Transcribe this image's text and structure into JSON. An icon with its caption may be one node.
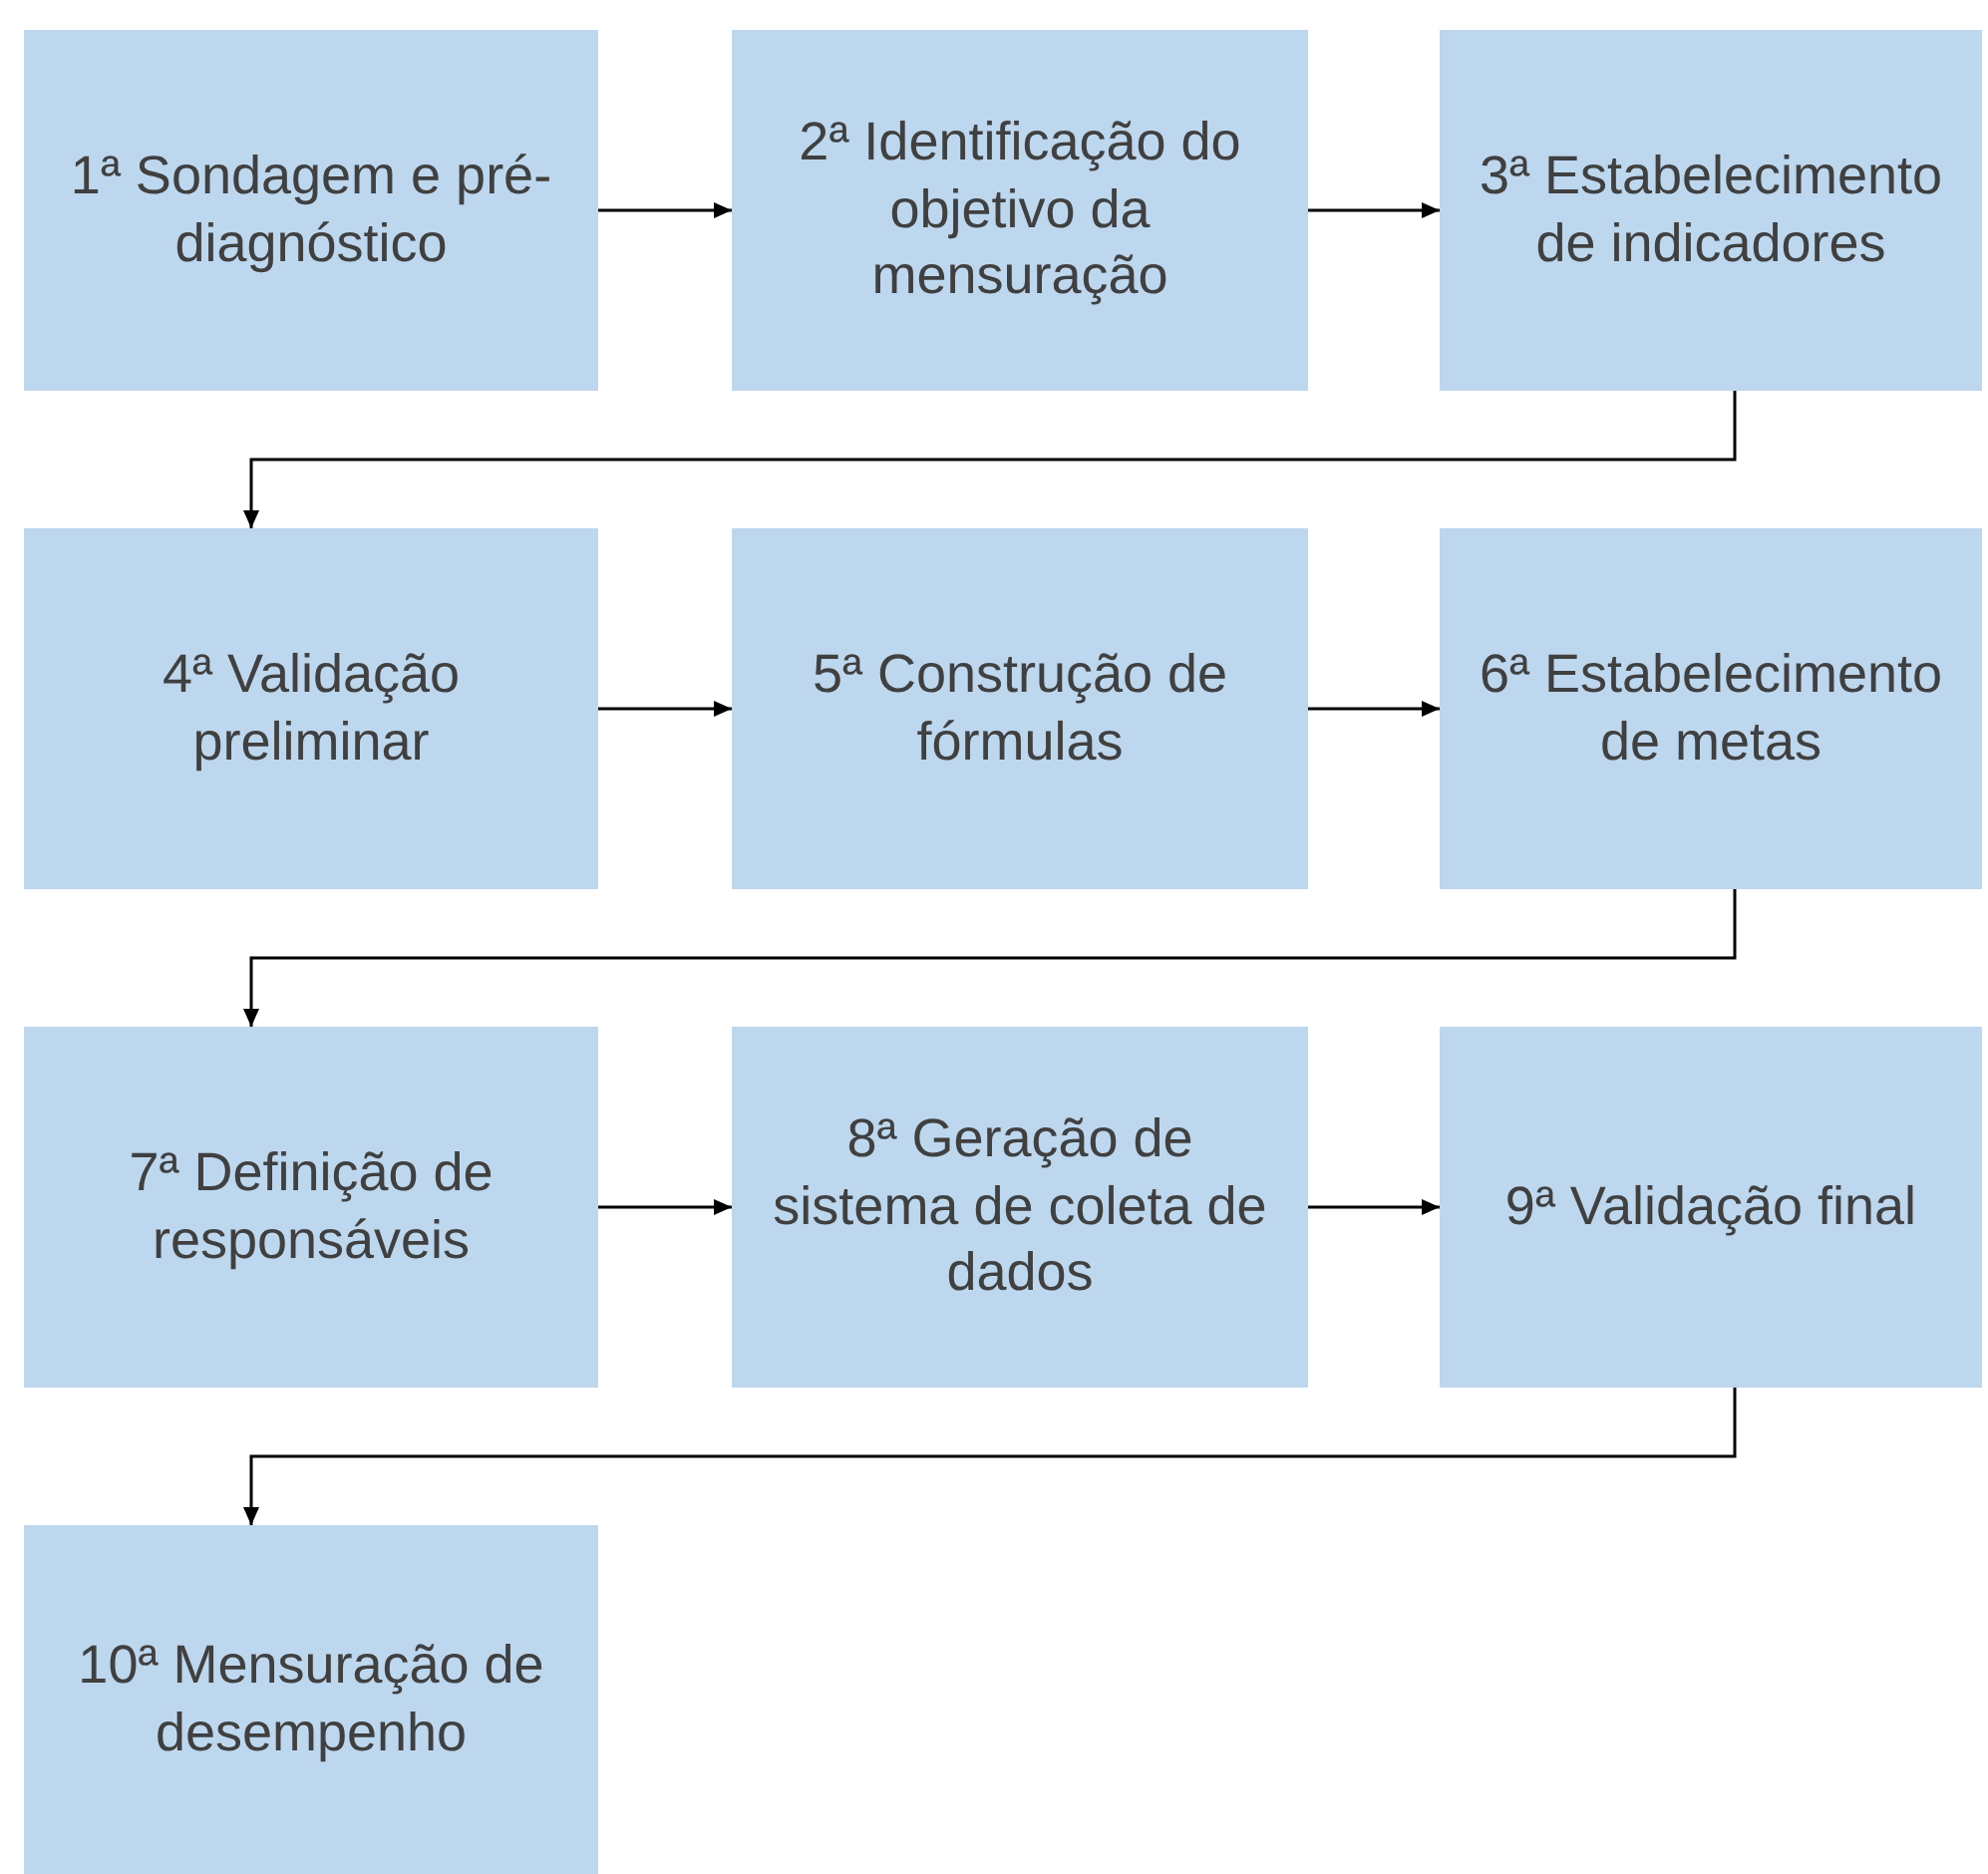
{
  "diagram": {
    "nodes": [
      {
        "text": [
          "1ª Sondagem e pré-diagnóstico"
        ]
      },
      {
        "text": [
          "2ª Identificação do objetivo da mensuração"
        ]
      },
      {
        "text": [
          "3ª Estabelecimento de indicadores"
        ]
      },
      {
        "text": [
          "4ª Validação preliminar"
        ]
      },
      {
        "text": [
          "5ª Construção de fórmulas"
        ]
      },
      {
        "text": [
          "6ª Estabelecimento de metas"
        ]
      },
      {
        "text": [
          "7ª Definição de responsáveis"
        ]
      },
      {
        "text": [
          "8ª Geração de sistema de coleta de dados"
        ]
      },
      {
        "text": [
          "9ª Validação final"
        ]
      },
      {
        "text": [
          "10ª Mensuração de desempenho"
        ]
      }
    ],
    "edges": [
      {
        "from": 0,
        "to": 1,
        "arrow": "to"
      },
      {
        "from": 1,
        "to": 2,
        "arrow": "to"
      },
      {
        "from": 2,
        "to": 3,
        "arrow": "to"
      },
      {
        "from": 3,
        "to": 4,
        "arrow": "to"
      },
      {
        "from": 4,
        "to": 5,
        "arrow": "to"
      },
      {
        "from": 5,
        "to": 6,
        "arrow": "to"
      },
      {
        "from": 6,
        "to": 7,
        "arrow": "to"
      },
      {
        "from": 7,
        "to": 8,
        "arrow": "to"
      },
      {
        "from": 8,
        "to": 9,
        "arrow": "to"
      }
    ]
  }
}
